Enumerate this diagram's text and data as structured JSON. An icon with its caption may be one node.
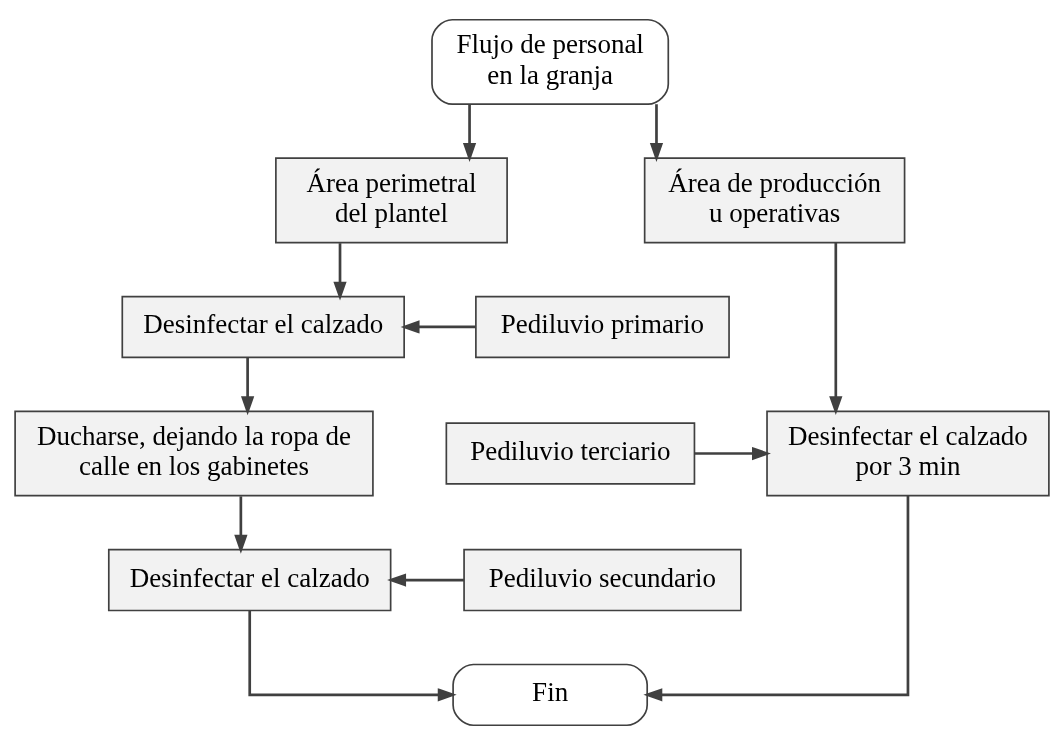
{
  "diagram": {
    "nodes": [
      {
        "text": [
          "Flujo de personal en la granja"
        ]
      },
      {
        "text": [
          "Área perimetral del plantel"
        ]
      },
      {
        "text": [
          "Área de producción u operativas"
        ]
      },
      {
        "text": [
          "Pediluvio primario"
        ]
      },
      {
        "text": [
          "Desinfectar el calzado"
        ]
      },
      {
        "text": [
          "Desinfectar el calzado por 3 min"
        ]
      },
      {
        "text": [
          "Pediluvio terciario"
        ]
      },
      {
        "text": [
          "Ducharse, dejando la ropa de calle en los gabinetes"
        ]
      },
      {
        "text": [
          "Pediluvio secundario"
        ]
      },
      {
        "text": [
          "Desinfectar el calzado"
        ]
      },
      {
        "text": [
          "Fin"
        ]
      }
    ],
    "edges": [
      {
        "from": 0,
        "to": 1,
        "arrow": "to"
      },
      {
        "from": 0,
        "to": 2,
        "arrow": "to"
      },
      {
        "from": 1,
        "to": 4,
        "arrow": "to"
      },
      {
        "from": 3,
        "to": 4,
        "arrow": "to"
      },
      {
        "from": 2,
        "to": 5,
        "arrow": "to"
      },
      {
        "from": 6,
        "to": 5,
        "arrow": "to"
      },
      {
        "from": 4,
        "to": 7,
        "arrow": "to"
      },
      {
        "from": 7,
        "to": 9,
        "arrow": "to"
      },
      {
        "from": 8,
        "to": 9,
        "arrow": "to"
      },
      {
        "from": 9,
        "to": 10,
        "arrow": "to"
      },
      {
        "from": 5,
        "to": 10,
        "arrow": "to"
      }
    ]
  }
}
